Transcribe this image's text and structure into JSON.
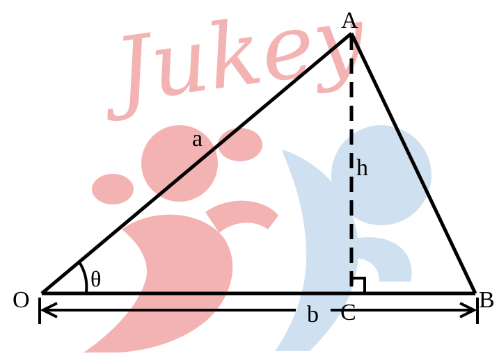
{
  "diagram": {
    "labels": {
      "vertex_a": "A",
      "vertex_o": "O",
      "vertex_b": "B",
      "vertex_c": "C",
      "side_a": "a",
      "height": "h",
      "base": "b",
      "angle": "θ"
    }
  },
  "watermark": {
    "text": "Jukey"
  },
  "colors": {
    "line": "#000000",
    "watermark_red": "#f3b3b3",
    "watermark_blue": "#cfe1f0",
    "background": "#ffffff"
  }
}
